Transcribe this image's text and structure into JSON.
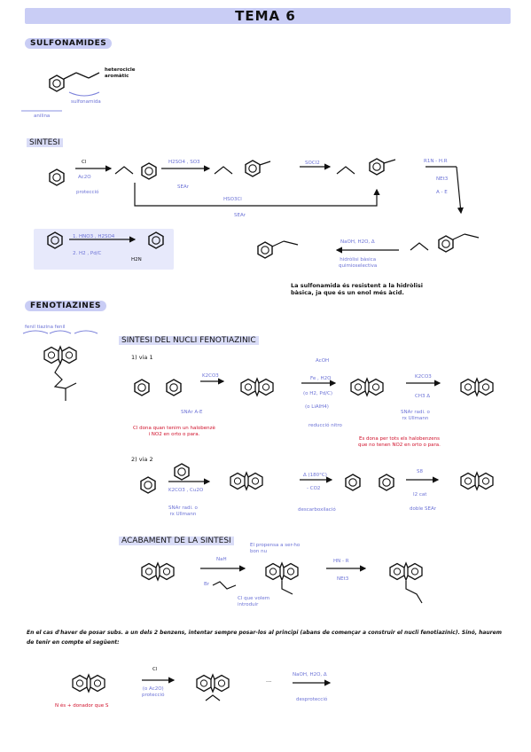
{
  "title": "TEMA 6",
  "sections": {
    "sulfonamides": "SULFONAMIDES",
    "sintesi": "SINTESI",
    "fenotiazines": "FENOTIAZINES",
    "sintesi_nucli": "SINTESI DEL NUCLI FENOTIAZINIC",
    "acabament": "ACABAMENT DE LA SINTESI"
  },
  "sulfonamide_labels": {
    "het": "heterocicle\naromàtic",
    "sulf": "sulfonamida",
    "anilina": "anilina"
  },
  "sintesi_labels": {
    "step1_top": "Cl",
    "step1_bottom": "Ac2O",
    "step1_note": "protecció",
    "step2_top": "H2SO4 , SO3",
    "step2_note": "SEAr",
    "step3_top": "SOCl2",
    "step4_top": "R1N - H.R",
    "step4_b": "NEt3",
    "step4_c": "A - E",
    "long_arrow": "HSO3Cl",
    "long_arrow_note": "SEAr",
    "hydrolysis_top": "NaOH, H2O, Δ",
    "hydrolysis_note": "hidròlisi bàsica\nquimioselectiva",
    "conclusion": "La sulfonamida és resistent a la hidròlisi\nbàsica, ja que és un enol més àcid.",
    "box_step1": "1. HNO3 , H2SO4",
    "box_step2": "2. H2 , Pd/C",
    "box_product": "H2N"
  },
  "feno_labels": {
    "parts": "fenil  tiazina  fenil",
    "via1": "1) via 1",
    "via2": "2) via 2",
    "k2co3": "K2CO3",
    "snar": "SNAr A-E",
    "red1": "Cl dona quan tenim un halobenzè\ni NO2 en orto o para.",
    "acoh": "AcOH",
    "fe": "Fe , H2O",
    "or": "(o H2, Pd/C)",
    "or2": "(o LiAlH4)",
    "reduccio": "reducció nitro",
    "k2co3b": "K2CO3",
    "cuo": "CH3 Δ",
    "snar2": "SNAr radi. o\nrx Ullmann",
    "red2": "Es dona per tots els halobenzens\nque no tenen NO2 en orto o para.",
    "v2_reag": "K2CO3 , Cu2O",
    "v2_note": "SNAr radi. o\nrx Ullmann",
    "v2_decarb": "Δ (180°C)",
    "v2_co2": "- CO2",
    "v2_decarb_note": "descarboxilació",
    "v2_s": "S8",
    "v2_i2": "I2 cat",
    "v2_seer": "doble SEAr",
    "acab_nah": "NaH",
    "acab_note": "El propensa a ser-ho\nbon nu",
    "acab_br": "Br",
    "acab_cl": "Cl",
    "acab_note2": "Cl que volem\nintroduir",
    "acab_amine": "HN - R",
    "acab_net3": "NEt3",
    "final_note": "En el cas d'haver de posar subs. a un dels 2 benzens, intentar sempre posar-los al principi (abans de començar a construir el nucli fenotiazínic). Sinó, haurem de tenir en compte el següent:",
    "bottom_red": "N és + donador que S",
    "bottom_cl": "Cl",
    "bottom_ac": "Ac2O",
    "bottom_protec": "(o Ac2O)\nprotecció",
    "bottom_naoh": "NaOH, H2O, Δ",
    "bottom_desprot": "desprotecció",
    "dots": "..."
  }
}
